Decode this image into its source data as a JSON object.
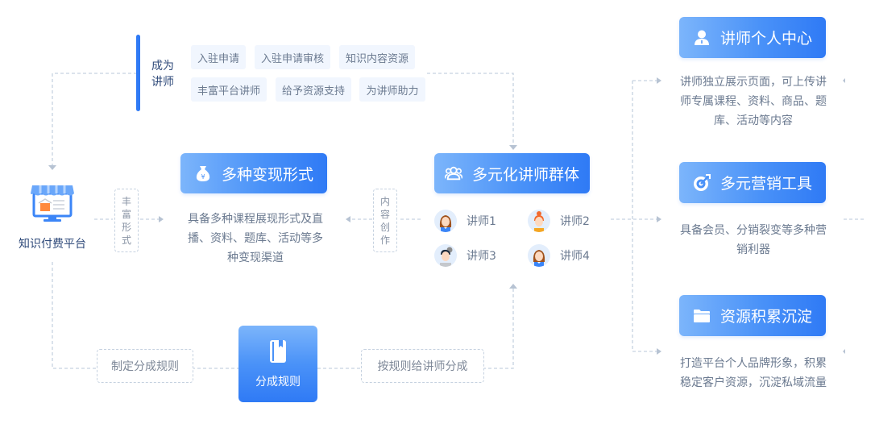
{
  "platform": {
    "label": "知识付费平台"
  },
  "become_teacher": {
    "title": "成为讲师",
    "title_lines": [
      "成为",
      "讲师"
    ],
    "chips": [
      "入驻申请",
      "入驻申请审核",
      "知识内容资源",
      "丰富平台讲师",
      "给予资源支持",
      "为讲师助力"
    ]
  },
  "connectors": {
    "rich_forms": [
      "丰",
      "富",
      "形",
      "式"
    ],
    "content_creation": [
      "内",
      "容",
      "创",
      "作"
    ],
    "set_rules": "制定分成规则",
    "pay_teachers": "按规则给讲师分成"
  },
  "monetization": {
    "title": "多种变现形式",
    "icon": "money-bag-icon",
    "desc": [
      "具备多种课程展现形式及直",
      "播、资料、题库、活动等多",
      "种变现渠道"
    ]
  },
  "teachers": {
    "title": "多元化讲师群体",
    "icon": "users-icon",
    "items": [
      {
        "name": "讲师1",
        "avatar": "female-brown-hair"
      },
      {
        "name": "讲师2",
        "avatar": "female-red-bun"
      },
      {
        "name": "讲师3",
        "avatar": "male-dark-hair"
      },
      {
        "name": "讲师4",
        "avatar": "female-brown-hair"
      }
    ]
  },
  "revenue_share": {
    "title": "分成规则",
    "icon": "book-icon"
  },
  "right_panels": [
    {
      "title": "讲师个人中心",
      "icon": "user-icon",
      "desc": [
        "讲师独立展示页面，可上传讲",
        "师专属课程、资料、商品、题",
        "库、活动等内容"
      ]
    },
    {
      "title": "多元营销工具",
      "icon": "target-icon",
      "desc": [
        "具备会员、分销裂变等多种营",
        "销利器"
      ]
    },
    {
      "title": "资源积累沉淀",
      "icon": "folder-icon",
      "desc": [
        "打造平台个人品牌形象，积累",
        "稳定客户资源，沉淀私域流量"
      ]
    }
  ],
  "colors": {
    "accent": "#2f7af5",
    "accent_light": "#7cb5fb",
    "chip_bg": "#f1f6fe",
    "line": "#c6d2e0",
    "text": "#6b7a90"
  }
}
